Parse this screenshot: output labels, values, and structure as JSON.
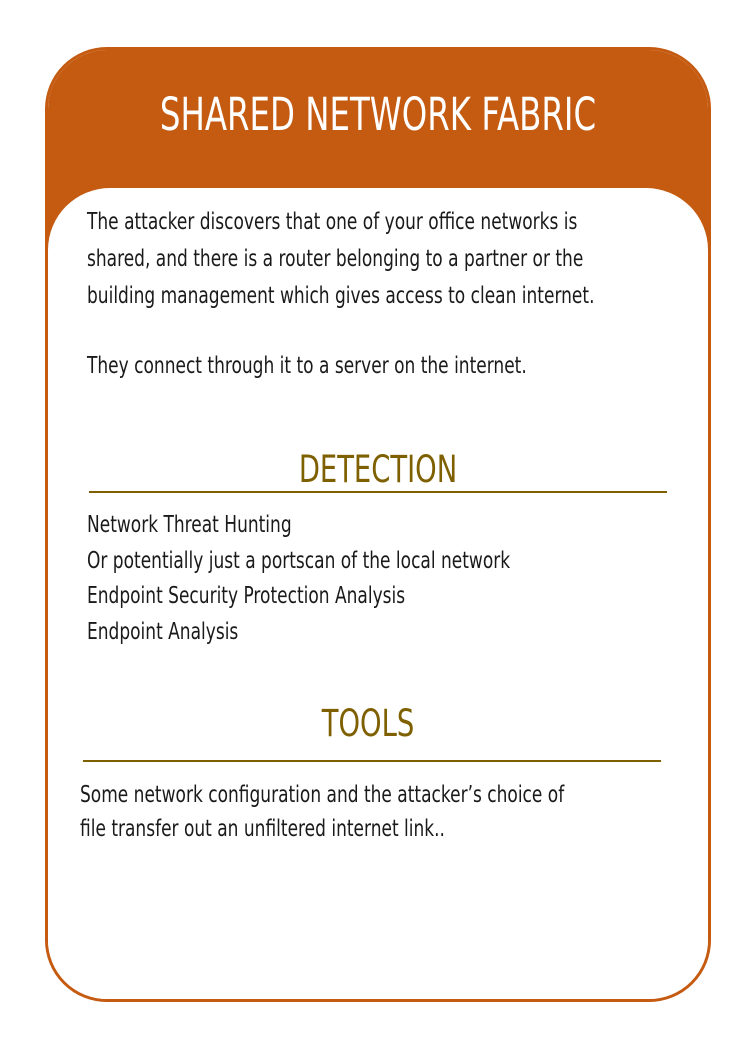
{
  "card": {
    "title": "SHARED NETWORK FABRIC",
    "intro": {
      "lines": [
        "The attacker discovers that one of your office networks is",
        "shared, and there is a router belonging to a partner or the",
        "building management which gives access to clean internet."
      ],
      "second_paragraph": "They connect through it to a server on the internet."
    },
    "detection": {
      "heading": "DETECTION",
      "items": [
        "Network Threat Hunting",
        "Or potentially just a portscan of the local network",
        "Endpoint Security Protection Analysis",
        "Endpoint Analysis"
      ]
    },
    "tools": {
      "heading": "TOOLS",
      "lines": [
        "Some network configuration and the attacker’s choice of",
        "file transfer out an unfiltered internet link.."
      ]
    }
  },
  "colors": {
    "accent": "#c55a11",
    "heading": "#7f6000",
    "text": "#1a1a1a"
  }
}
